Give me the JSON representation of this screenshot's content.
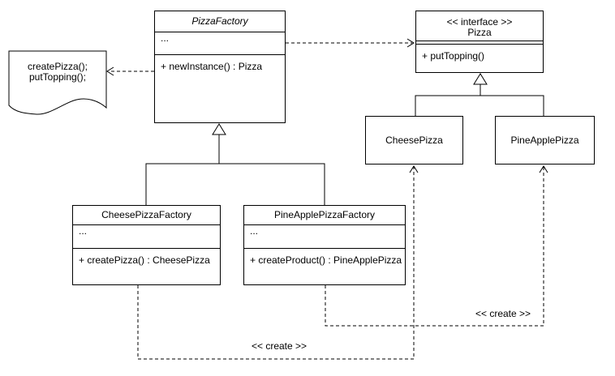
{
  "canvas": {
    "background": "#ffffff",
    "stroke_color": "#000000",
    "text_color": "#000000"
  },
  "note": {
    "lines": [
      "createPizza();",
      "putTopping();"
    ]
  },
  "classes": {
    "pizza_factory": {
      "title": "PizzaFactory",
      "attributes": "...",
      "methods": "+ newInstance() : Pizza"
    },
    "pizza_interface": {
      "stereotype": "<< interface >>",
      "name": "Pizza",
      "methods": "+ putTopping()"
    },
    "cheese_pizza": {
      "name": "CheesePizza"
    },
    "pineapple_pizza": {
      "name": "PineApplePizza"
    },
    "cheese_pizza_factory": {
      "title": "CheesePizzaFactory",
      "attributes": "...",
      "methods": "+ createPizza() : CheesePizza"
    },
    "pineapple_pizza_factory": {
      "title": "PineApplePizzaFactory",
      "attributes": "...",
      "methods": "+ createProduct() : PineApplePizza"
    }
  },
  "edge_labels": {
    "create_cheese": "<< create >>",
    "create_pineapple": "<< create >>"
  }
}
